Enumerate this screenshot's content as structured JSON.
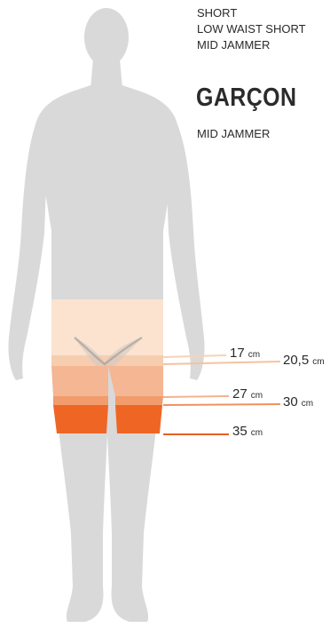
{
  "styles_list": [
    "SHORT",
    "LOW WAIST SHORT",
    "MID JAMMER"
  ],
  "boy_heading": "GARÇON",
  "boy_style": "MID JAMMER",
  "measurements": [
    {
      "value": "17",
      "unit": "cm",
      "color": "#f6d3b8"
    },
    {
      "value": "20,5",
      "unit": "cm",
      "color": "#f4c3a0"
    },
    {
      "value": "27",
      "unit": "cm",
      "color": "#f4b38e"
    },
    {
      "value": "30",
      "unit": "cm",
      "color": "#f0915e"
    },
    {
      "value": "35",
      "unit": "cm",
      "color": "#e8601f"
    }
  ],
  "colors": {
    "silhouette": "#d9d9d9",
    "band_1": "#fbe3cf",
    "band_2": "#f7cdb0",
    "band_3": "#f4b693",
    "band_4": "#f29b6c",
    "band_5": "#ef6624"
  }
}
